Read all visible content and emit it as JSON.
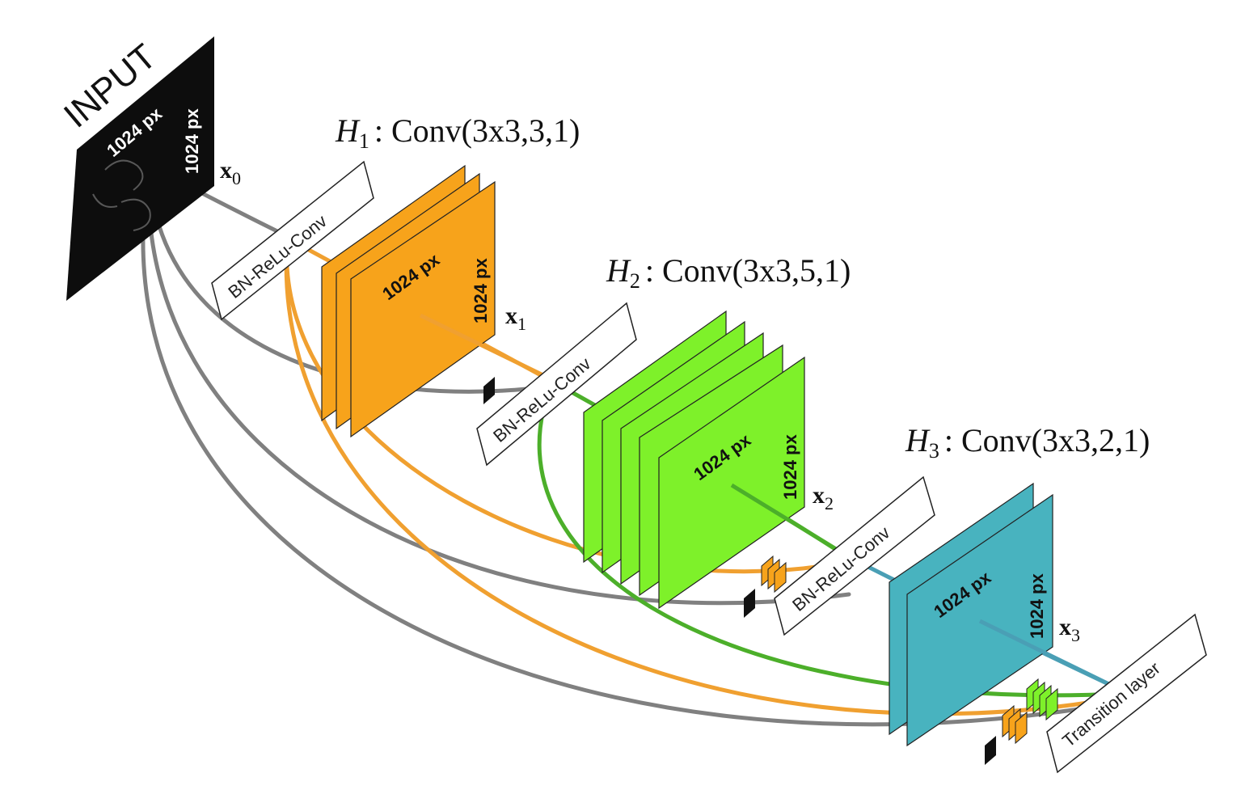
{
  "input": {
    "label": "INPUT",
    "width_label": "1024 px",
    "height_label": "1024 px"
  },
  "x_labels": [
    {
      "base": "x",
      "sub": "0"
    },
    {
      "base": "x",
      "sub": "1"
    },
    {
      "base": "x",
      "sub": "2"
    },
    {
      "base": "x",
      "sub": "3"
    }
  ],
  "layers": [
    {
      "name_base": "H",
      "name_sub": "1",
      "op": ": Conv(3x3,3,1)",
      "width_label": "1024 px",
      "height_label": "1024 px",
      "maps": 3,
      "color": "#f7a31b"
    },
    {
      "name_base": "H",
      "name_sub": "2",
      "op": ": Conv(3x3,5,1)",
      "width_label": "1024 px",
      "height_label": "1024 px",
      "maps": 5,
      "color": "#7ef12a"
    },
    {
      "name_base": "H",
      "name_sub": "3",
      "op": ": Conv(3x3,2,1)",
      "width_label": "1024 px",
      "height_label": "1024 px",
      "maps": 2,
      "color": "#48b3bf"
    }
  ],
  "blocks": [
    {
      "label": "BN-ReLu-Conv"
    },
    {
      "label": "BN-ReLu-Conv"
    },
    {
      "label": "BN-ReLu-Conv"
    },
    {
      "label": "Transition layer"
    }
  ],
  "colors": {
    "input_path": "#808080",
    "h1_path": "#f0a030",
    "h2_path": "#4caf2a",
    "h3_path": "#4a9fb5",
    "input_image": "#0d0d0d"
  }
}
